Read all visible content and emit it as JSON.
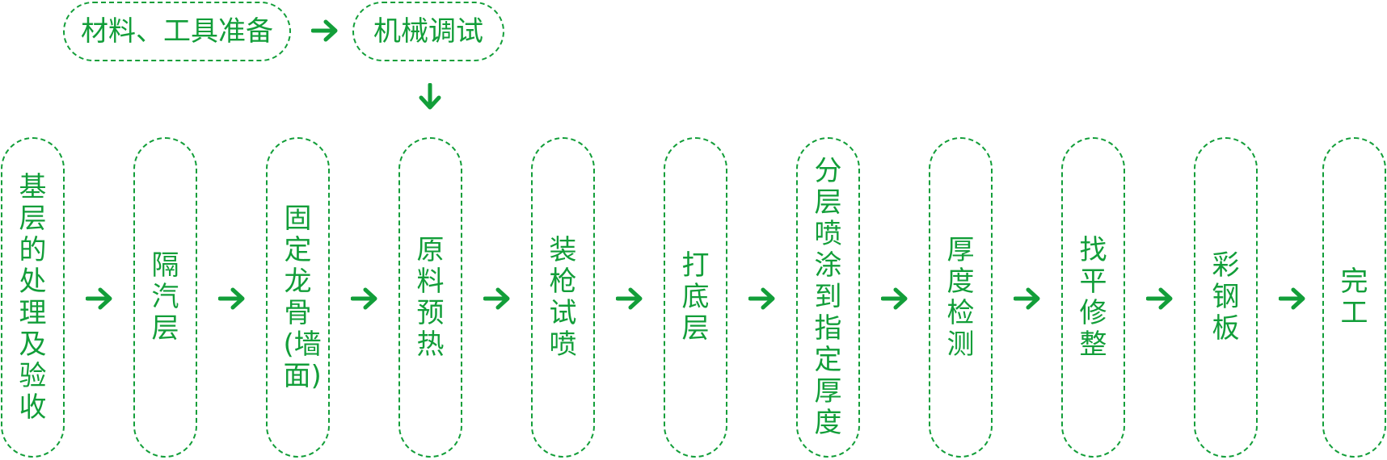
{
  "prep_row": {
    "steps": [
      {
        "label": "材料、工具准备"
      },
      {
        "label": "机械调试"
      }
    ]
  },
  "process_row": {
    "steps": [
      {
        "label": "基层的处理及验收"
      },
      {
        "label": "隔汽层"
      },
      {
        "label": "固定龙骨(墙面)"
      },
      {
        "label": "原料预热"
      },
      {
        "label": "装枪试喷"
      },
      {
        "label": "打底层"
      },
      {
        "label": "分层喷涂到指定厚度"
      },
      {
        "label": "厚度检测"
      },
      {
        "label": "找平修整"
      },
      {
        "label": "彩钢板"
      },
      {
        "label": "完工"
      }
    ]
  },
  "colors": {
    "accent": "#129e39",
    "background": "#ffffff"
  },
  "icons": {
    "flow_right": "arrow-right-icon",
    "flow_down": "arrow-down-icon"
  }
}
